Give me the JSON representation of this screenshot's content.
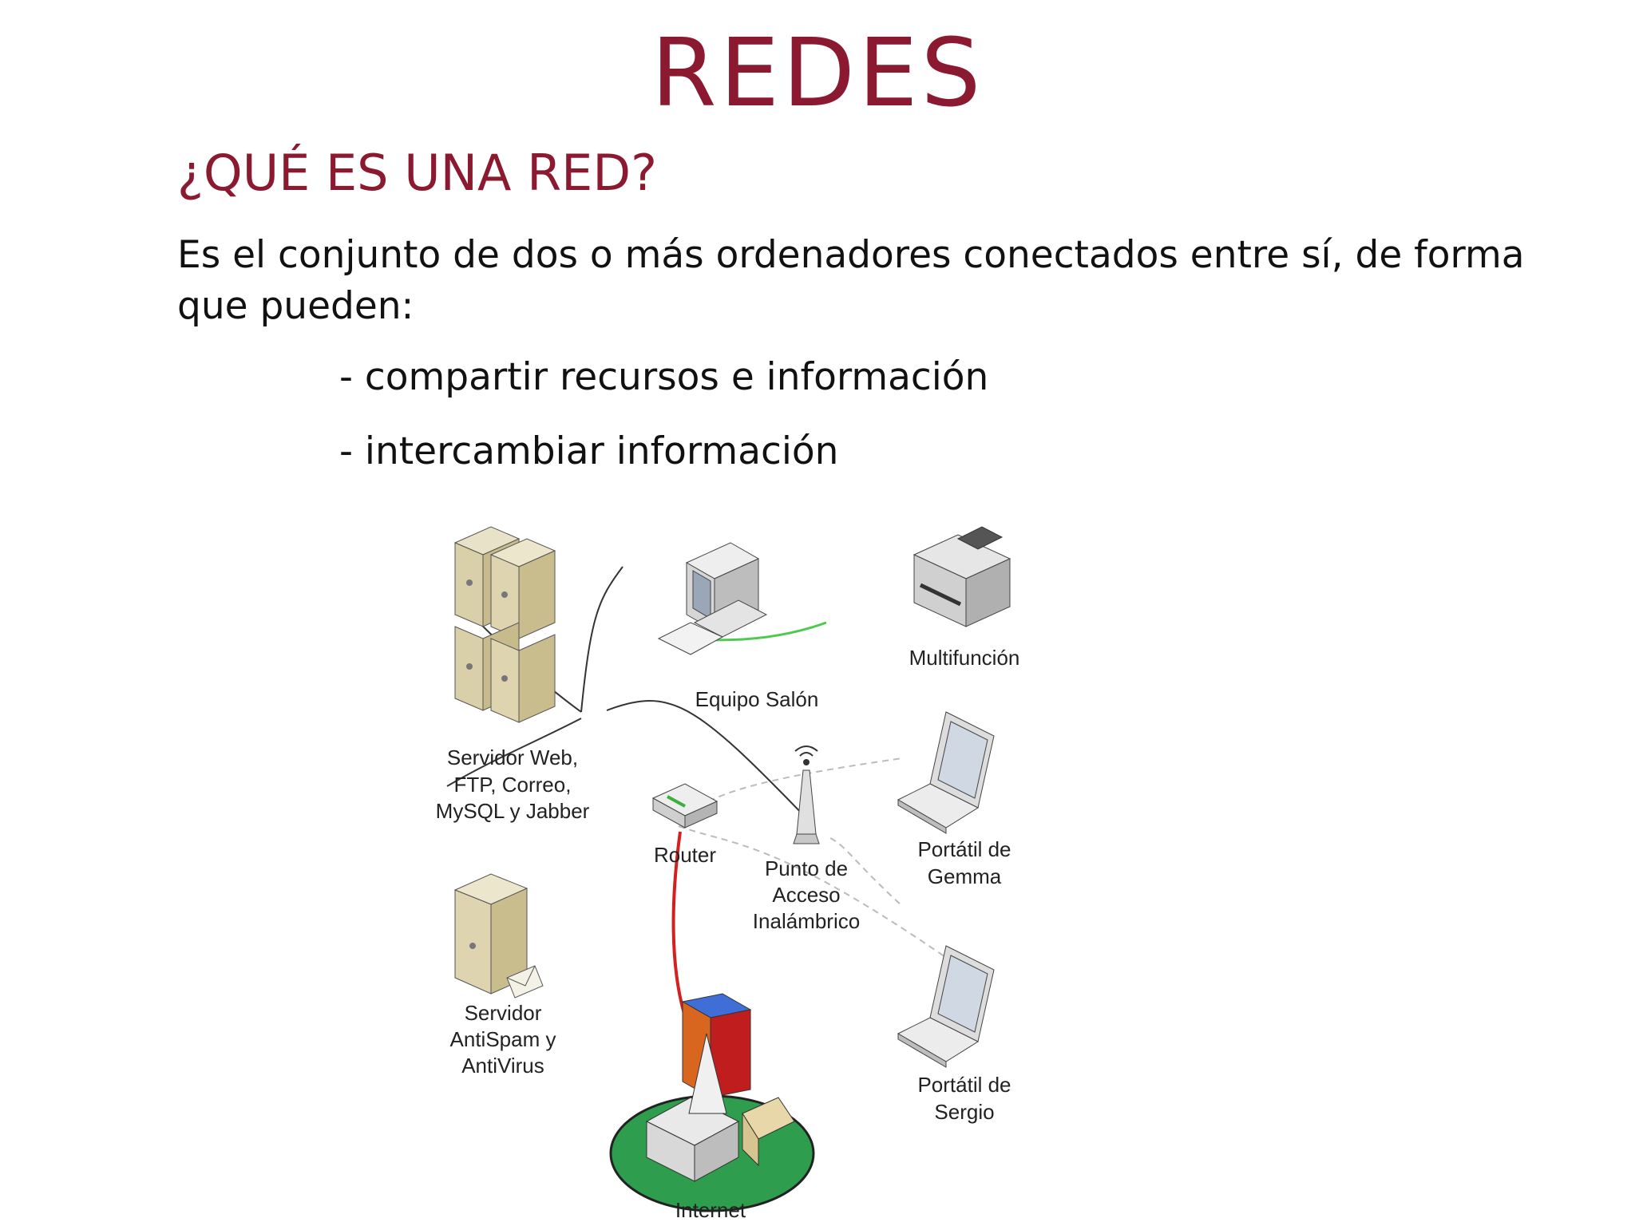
{
  "slide": {
    "title": "REDES",
    "subtitle": "¿QUÉ ES UNA RED?",
    "paragraph": "Es el conjunto de dos o más ordenadores conectados entre sí, de forma que pueden:",
    "bullets": [
      "- compartir recursos e información",
      "- intercambiar información"
    ]
  },
  "diagram": {
    "nodes": {
      "server_web": [
        "Servidor Web,",
        "FTP, Correo,",
        "MySQL y Jabber"
      ],
      "server_antispam": [
        "Servidor",
        "AntiSpam y",
        "AntiVirus"
      ],
      "router": "Router",
      "pc": "Equipo Salón",
      "printer": "Multifunción",
      "access_point": [
        "Punto de",
        "Acceso",
        "Inalámbrico"
      ],
      "laptop_gemma": [
        "Portátil de",
        "Gemma"
      ],
      "laptop_sergio": [
        "Portátil de",
        "Sergio"
      ],
      "internet": "Internet"
    },
    "colors": {
      "title": "#8b1a30",
      "internet_link": "#d42020",
      "printer_link": "#4ecb4e",
      "wireless": "#bbbbbb"
    }
  }
}
